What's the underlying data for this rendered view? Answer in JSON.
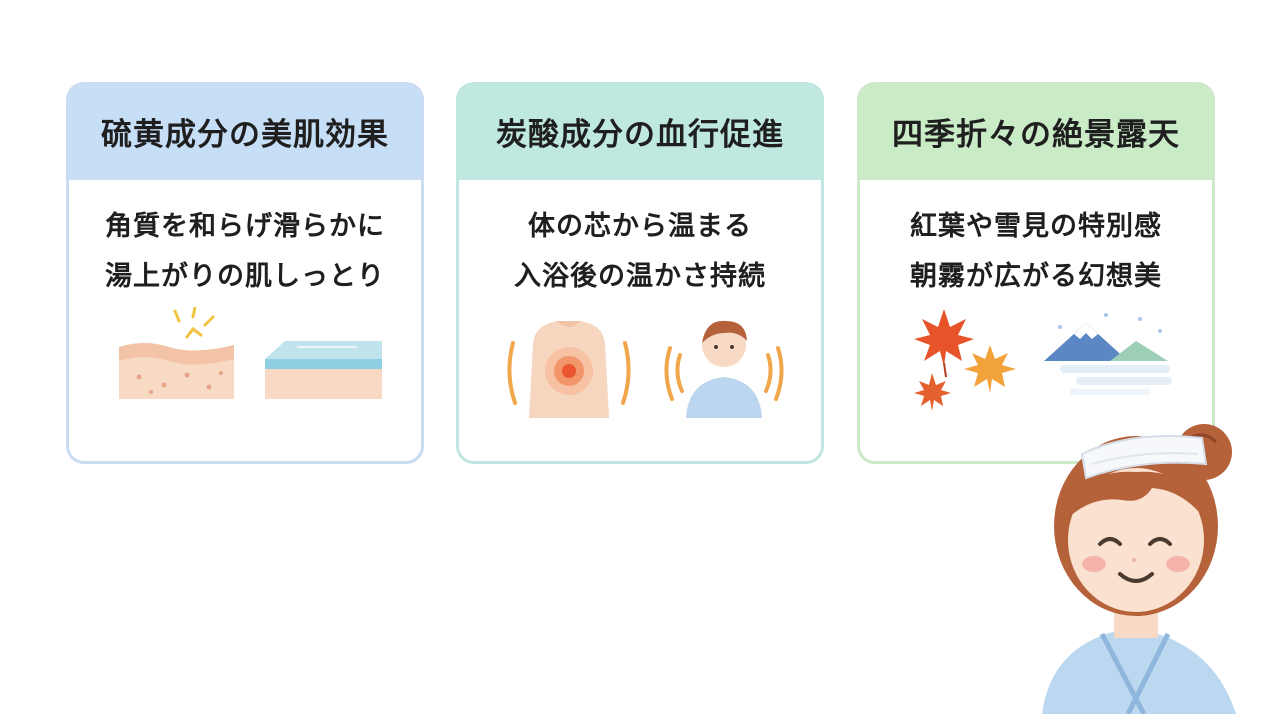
{
  "cards": [
    {
      "title": "硫黄成分の美肌効果",
      "lines": [
        "角質を和らげ滑らかに",
        "湯上がりの肌しっとり"
      ],
      "icons": [
        "skin-layer-icon",
        "smooth-skin-icon"
      ],
      "accent": "#c6def6"
    },
    {
      "title": "炭酸成分の血行促進",
      "lines": [
        "体の芯から温まる",
        "入浴後の温かさ持続"
      ],
      "icons": [
        "warm-body-icon",
        "warm-person-icon"
      ],
      "accent": "#bfe9e0"
    },
    {
      "title": "四季折々の絶景露天",
      "lines": [
        "紅葉や雪見の特別感",
        "朝霧が広がる幻想美"
      ],
      "icons": [
        "autumn-leaves-icon",
        "snowy-mountain-icon"
      ],
      "accent": "#c9ebc6"
    }
  ],
  "mascot": {
    "icon": "onsen-girl-mascot"
  }
}
